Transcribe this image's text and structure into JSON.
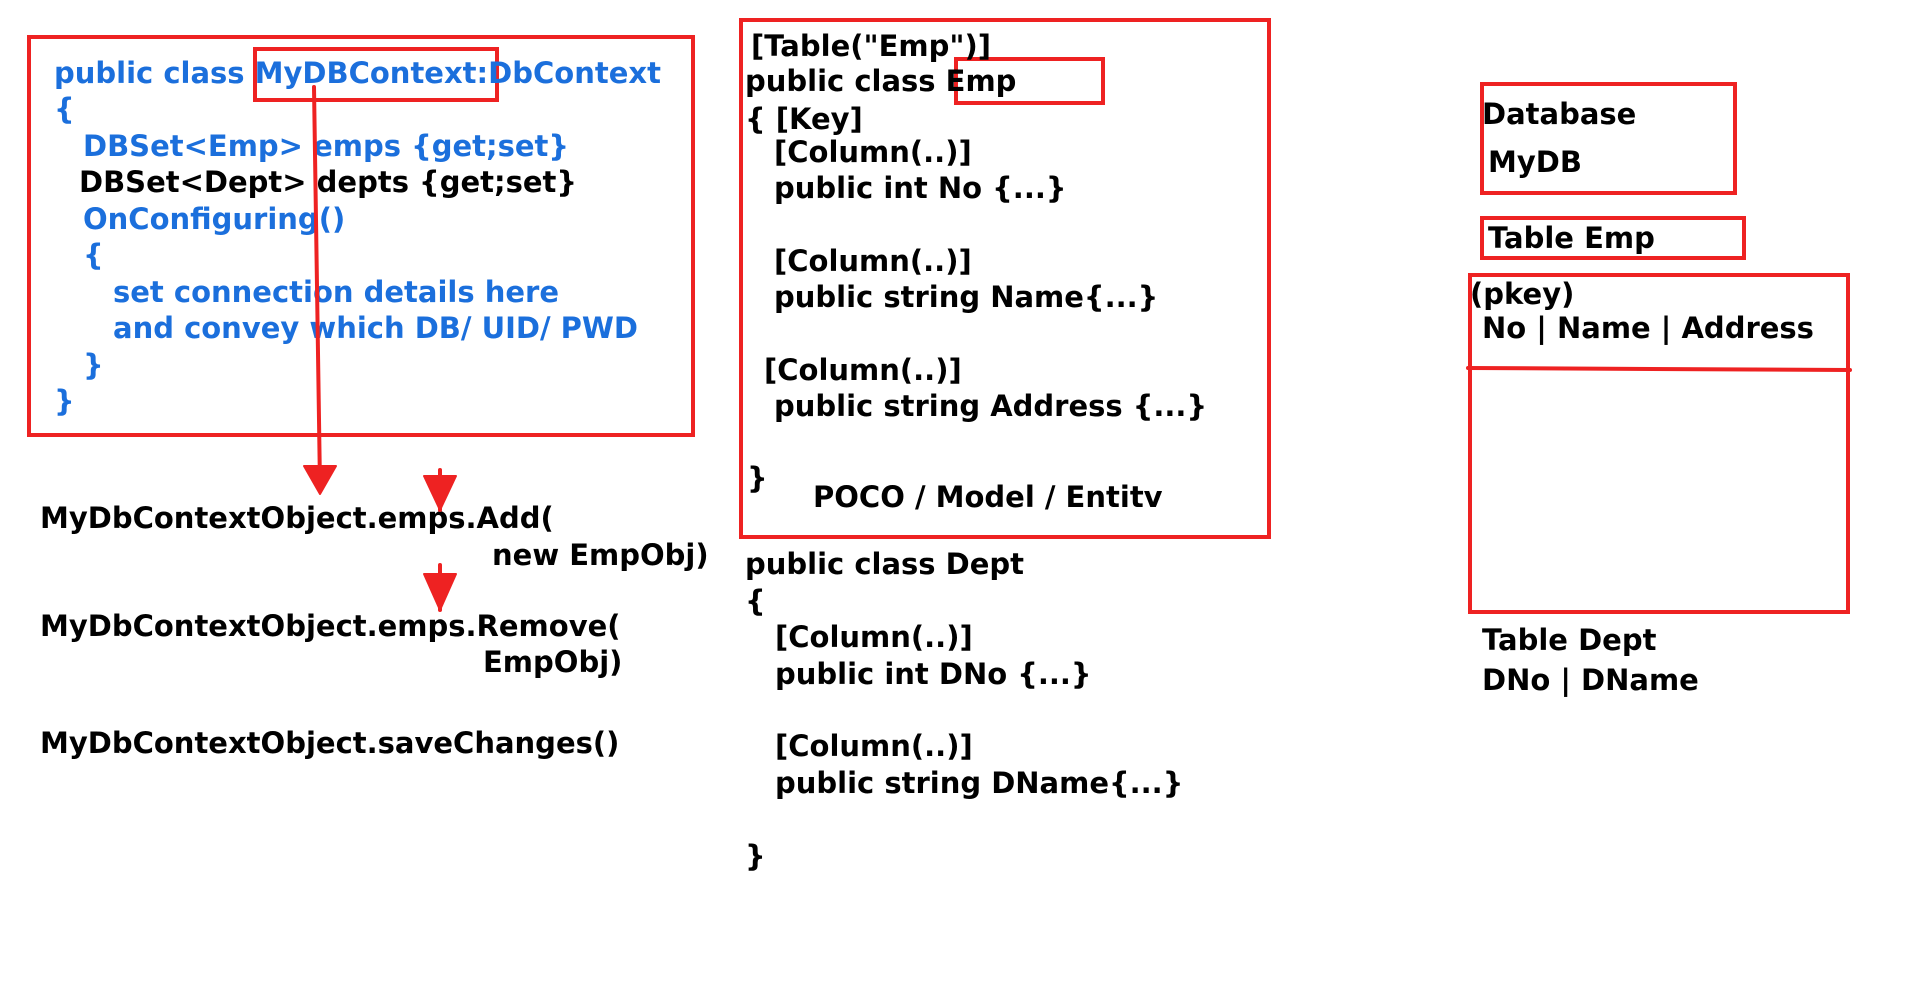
{
  "colors": {
    "annotation": "#ee2222",
    "code_blue": "#1b6fdc",
    "text": "#000000"
  },
  "context_class": {
    "line1_prefix": "public class ",
    "line1_name": "MyDBContext",
    "line1_sep": ":",
    "line1_base": "DbContext",
    "open_brace": "{",
    "emps_prop": "DBSet<Emp> emps {get;set}",
    "depts_prop": "DBSet<Dept> depts {get;set}",
    "on_configuring": "OnConfiguring()",
    "inner_open": "{",
    "note_line1": "set connection details here",
    "note_line2": "and convey which DB/ UID/ PWD",
    "inner_close": "}",
    "close_brace": "}"
  },
  "operations": {
    "add_line1": "MyDbContextObject.emps.Add(",
    "add_line2": "new EmpObj)",
    "remove_line1": "MyDbContextObject.emps.Remove(",
    "remove_line2": "EmpObj)",
    "save": "MyDbContextObject.saveChanges()"
  },
  "emp_class": {
    "table_attr": "[Table(\"Emp\")]",
    "decl_prefix": "public class ",
    "decl_name": "Emp",
    "key_line": "{ [Key]",
    "col1_attr": "[Column(..)]",
    "col1_prop": "public int No {...}",
    "col2_attr": "[Column(..)]",
    "col2_prop": "public string Name{...}",
    "col3_attr": "[Column(..)]",
    "col3_prop": "public string Address {...}",
    "close_brace": "}",
    "caption": "POCO / Model / Entitv"
  },
  "dept_class": {
    "decl": "public class Dept",
    "open_brace": "{",
    "col1_attr": "[Column(..)]",
    "col1_prop": "public int DNo {...}",
    "col2_attr": "[Column(..)]",
    "col2_prop": "public string DName{...}",
    "close_brace": "}"
  },
  "database": {
    "label": "Database",
    "name": "MyDB"
  },
  "emp_table": {
    "title": "Table Emp",
    "pkey": "(pkey)",
    "columns": "No | Name | Address"
  },
  "dept_table": {
    "title": "Table Dept",
    "columns": "DNo | DName"
  }
}
